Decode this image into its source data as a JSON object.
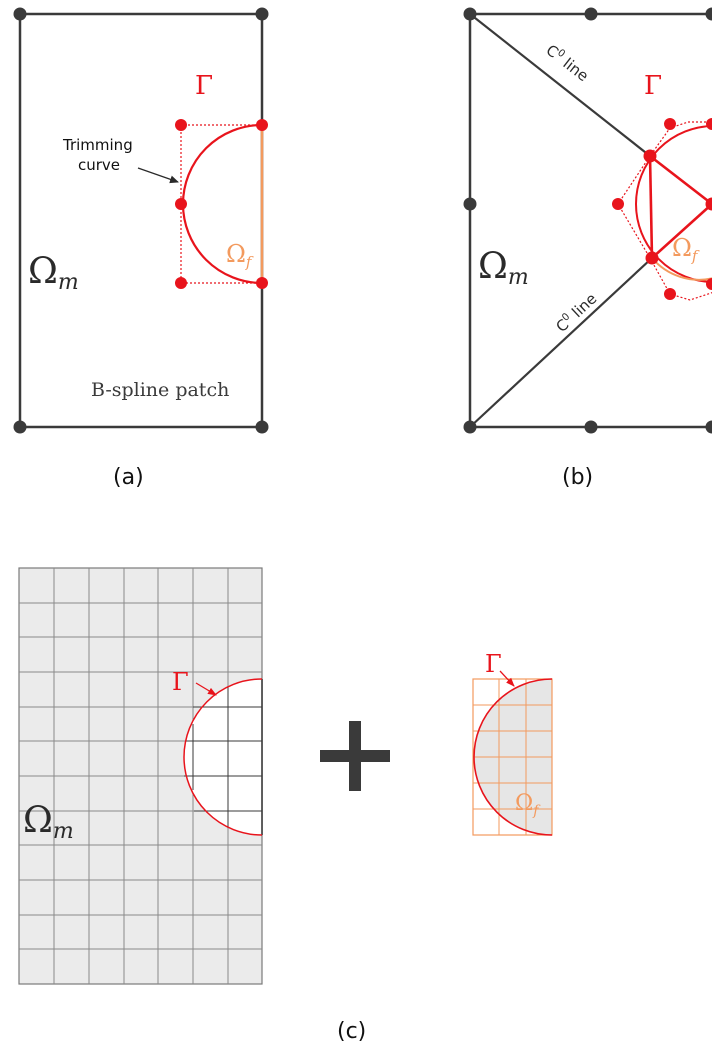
{
  "colors": {
    "dark": "#3a3a3a",
    "red": "#e8141c",
    "orange": "#f39a5e",
    "grid_fill": "#ebebeb",
    "grid_line": "#8a8a8a"
  },
  "panel_a": {
    "caption": "(a)",
    "gamma": "Γ",
    "trimming_label_line1": "Trimming",
    "trimming_label_line2": "curve",
    "omega_m": "Ω",
    "omega_m_sub": "m",
    "omega_f": "Ω",
    "omega_f_sub": "f",
    "patch_label": "B-spline  patch"
  },
  "panel_b": {
    "caption": "(b)",
    "gamma": "Γ",
    "c0_line_top": "C",
    "c0_line_top_sup": "0",
    "c0_line_top_rest": " line",
    "c0_line_bottom": "C",
    "c0_line_bottom_sup": "0",
    "c0_line_bottom_rest": " line",
    "omega_m": "Ω",
    "omega_m_sub": "m",
    "omega_f": "Ω",
    "omega_f_sub": "f"
  },
  "panel_c": {
    "caption": "(c)",
    "gamma_left": "Γ",
    "gamma_right": "Γ",
    "omega_m": "Ω",
    "omega_m_sub": "m",
    "omega_f": "Ω",
    "omega_f_sub": "f",
    "plus": "+"
  }
}
